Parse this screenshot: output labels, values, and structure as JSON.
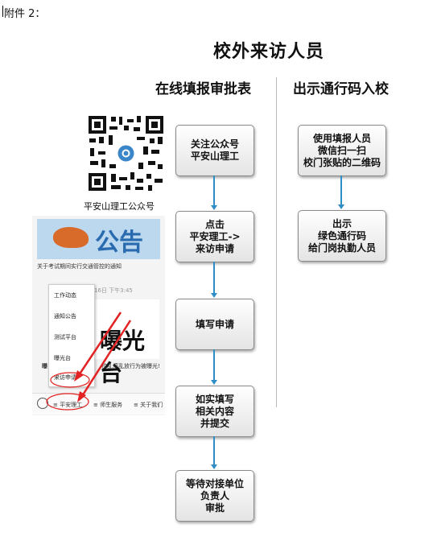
{
  "attachment": "附件 2：",
  "title": "校外来访人员",
  "left_header": "在线填报审批表",
  "right_header": "出示通行码入校",
  "qr_caption": "平安山理工公众号",
  "flow_left": [
    "关注公众号\n平安山理工",
    "点击\n平安理工->\n来访申请",
    "填写申请",
    "如实填写\n相关内容\n并提交",
    "等待对接单位\n负责人\n审批"
  ],
  "flow_right": [
    "使用填报人员\n微信扫一扫\n校门张贴的二维码",
    "出示\n绿色通行码\n给门岗执勤人员"
  ],
  "phone": {
    "banner_text": "公告",
    "news_title": "关于考试期间实行交通管控的通知",
    "news_date": "月16日 下午3:45",
    "menu_items": [
      "工作动态",
      "通知公告",
      "测试平台",
      "曝光台",
      "来访申请"
    ],
    "expose_text": "曝光台",
    "expose_caption": "曝",
    "expose_caption2": "校乱停乱放行为被曝光!",
    "nav_items": [
      "≡ 平安理工",
      "≡ 师生服务",
      "≡ 关于我们"
    ]
  },
  "colors": {
    "arrow": "#2f8dc6",
    "highlight": "#e22222"
  }
}
